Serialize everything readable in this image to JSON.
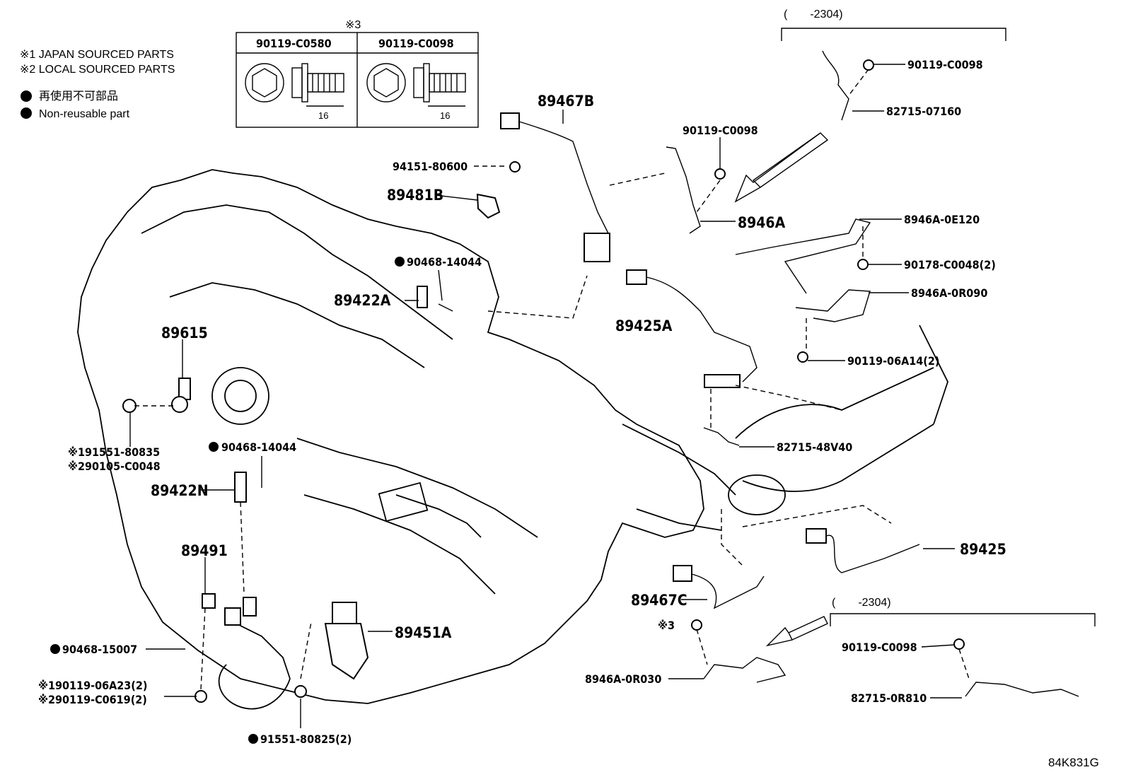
{
  "legend": {
    "line1": "※1 JAPAN SOURCED PARTS",
    "line2": "※2 LOCAL SOURCED PARTS",
    "line3": "再使用不可部品",
    "line4": "Non-reusable part"
  },
  "bolt_table": {
    "title": "※3",
    "col1": "90119-C0580",
    "col2": "90119-C0098",
    "dim1": "16",
    "dim2": "16"
  },
  "ranges": {
    "top": "(　　-2304)",
    "bottom": "(　　-2304)"
  },
  "labels": {
    "l89467B": "89467B",
    "l94151": "94151-80600",
    "l89481B": "89481B",
    "l90468a": "90468-14044",
    "l89422A": "89422A",
    "l89615": "89615",
    "l91551": "※191551-80835",
    "l90105": "※290105-C0048",
    "l90468b": "90468-14044",
    "l89422N": "89422N",
    "l89491": "89491",
    "l90468c": "90468-15007",
    "l90119_06A23": "※190119-06A23(2)",
    "l90119_C0619": "※290119-C0619(2)",
    "l91551_80825": "91551-80825(2)",
    "l89451A": "89451A",
    "l90119_C0098_top": "90119-C0098",
    "l82715_07160": "82715-07160",
    "l90119_C0098_mid": "90119-C0098",
    "l8946A": "8946A",
    "l8946A_0E120": "8946A-0E120",
    "l90178": "90178-C0048(2)",
    "l8946A_0R090": "8946A-0R090",
    "l89425A": "89425A",
    "l90119_06A14": "90119-06A14(2)",
    "l82715_48V40": "82715-48V40",
    "l89425": "89425",
    "l89467C": "89467C",
    "lx3": "※3",
    "l8946A_0R030": "8946A-0R030",
    "l90119_C0098_bot": "90119-C0098",
    "l82715_0R810": "82715-0R810",
    "code": "84K831G"
  }
}
